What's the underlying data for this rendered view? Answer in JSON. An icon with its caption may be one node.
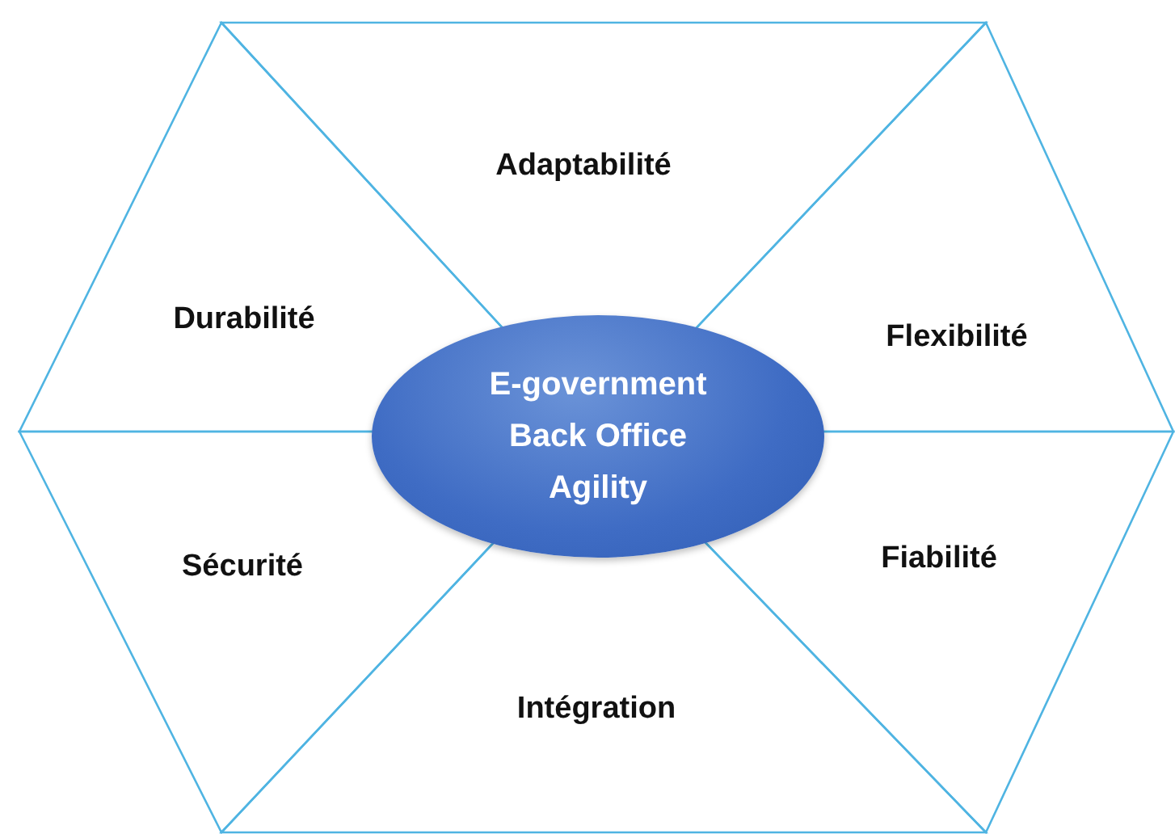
{
  "diagram": {
    "nodes": [
      {
        "text": [
          "Adaptabilité"
        ]
      },
      {
        "text": [
          "Durabilité"
        ]
      },
      {
        "text": [
          "Flexibilité"
        ]
      },
      {
        "text": [
          "E-government Back Office Agility"
        ]
      },
      {
        "text": [
          "Sécurité"
        ]
      },
      {
        "text": [
          "Fiabilité"
        ]
      },
      {
        "text": [
          "Intégration"
        ]
      }
    ]
  }
}
